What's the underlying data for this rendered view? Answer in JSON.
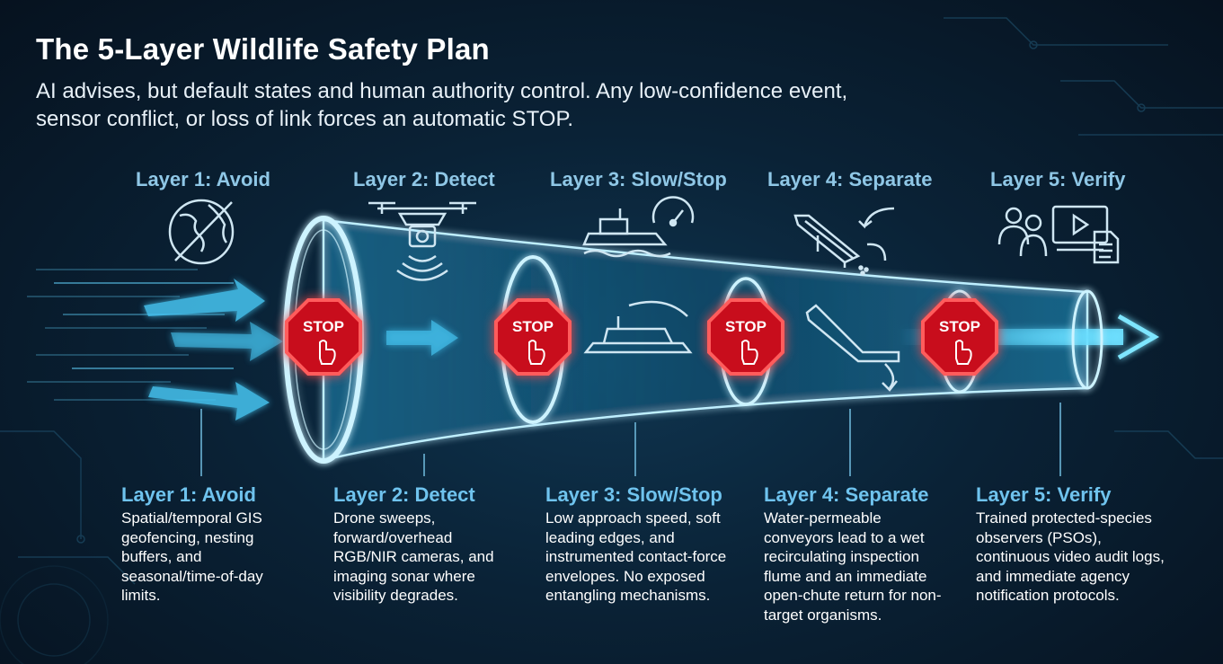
{
  "title": "The 5-Layer Wildlife Safety Plan",
  "subtitle": "AI advises, but default states and human authority control. Any low-confidence event, sensor conflict, or loss of link forces an automatic STOP.",
  "stop_label": "STOP",
  "colors": {
    "background": "#0a2236",
    "accent_cyan": "#4fd2ff",
    "stop_red": "#d8141e",
    "heading_blue": "#6fc3ee"
  },
  "layers": [
    {
      "top_label": "Layer 1: Avoid",
      "icon": "globe-crossed-icon",
      "heading": "Layer 1: Avoid",
      "description": "Spatial/temporal GIS geofencing, nesting buffers, and seasonal/time-of-day limits."
    },
    {
      "top_label": "Layer 2: Detect",
      "icon": "drone-camera-icon",
      "heading": "Layer 2: Detect",
      "description": "Drone sweeps, forward/overhead RGB/NIR cameras, and imaging sonar where visibility degrades."
    },
    {
      "top_label": "Layer 3: Slow/Stop",
      "icon": "vessel-speedometer-icon",
      "heading": "Layer 3: Slow/Stop",
      "description": "Low approach speed, soft leading edges, and instrumented contact-force envelopes. No exposed entangling mechanisms."
    },
    {
      "top_label": "Layer 4: Separate",
      "icon": "conveyor-icon",
      "heading": "Layer 4: Separate",
      "description": "Water-permeable conveyors lead to a wet recirculating inspection flume and an immediate open-chute return for non-target organisms."
    },
    {
      "top_label": "Layer 5: Verify",
      "icon": "observers-video-document-icon",
      "heading": "Layer 5: Verify",
      "description": "Trained protected-species observers (PSOs), continuous video audit logs, and immediate agency notification protocols."
    }
  ]
}
